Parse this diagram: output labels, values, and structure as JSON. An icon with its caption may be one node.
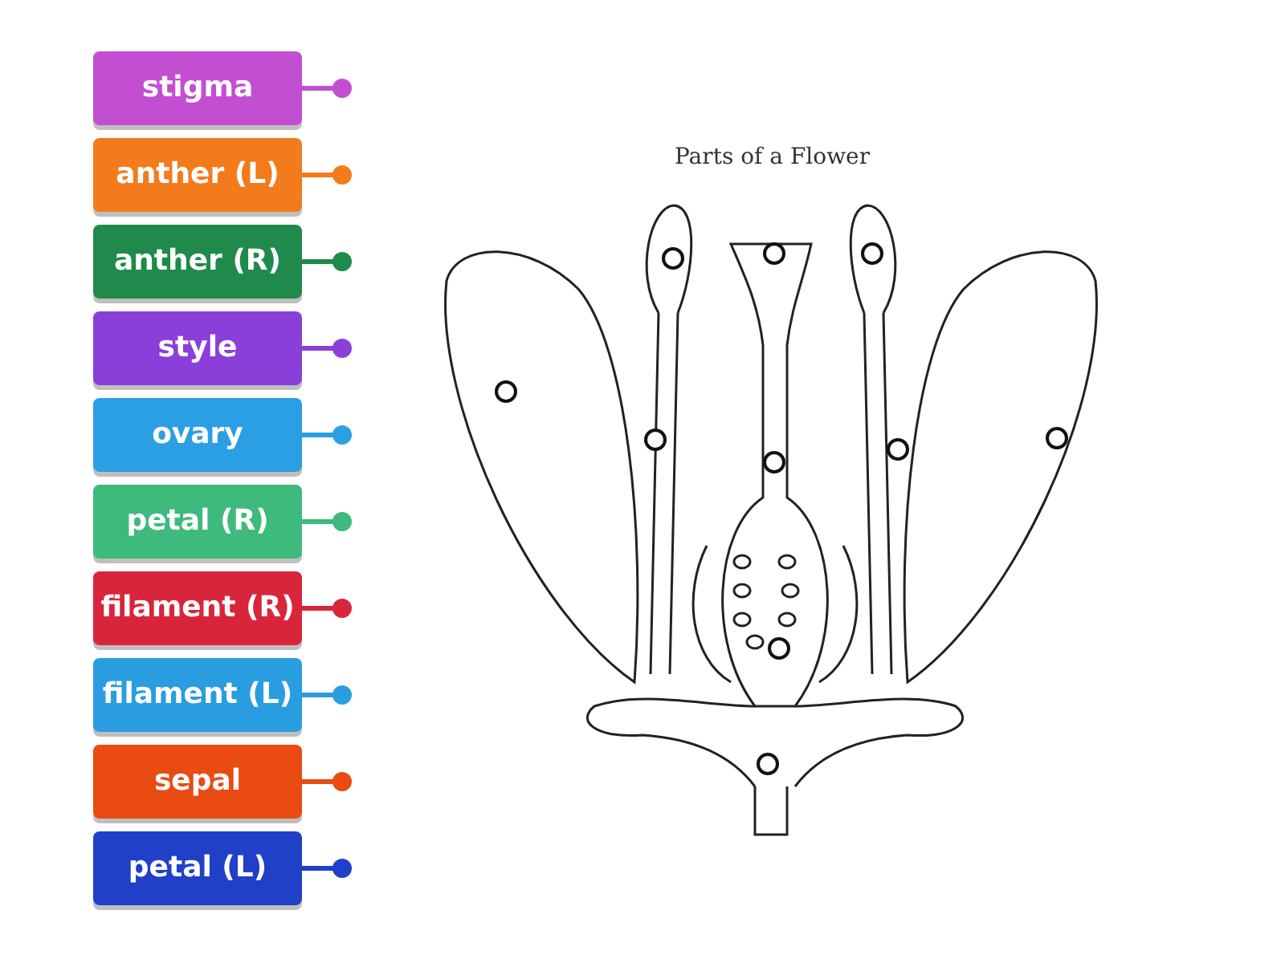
{
  "diagram": {
    "title": "Parts of a Flower",
    "nodes": [
      {
        "text": [
          "stigma"
        ]
      },
      {
        "text": [
          "anther (L)"
        ]
      },
      {
        "text": [
          "anther (R)"
        ]
      },
      {
        "text": [
          "style"
        ]
      },
      {
        "text": [
          "ovary"
        ]
      },
      {
        "text": [
          "petal (R)"
        ]
      },
      {
        "text": [
          "filament (R)"
        ]
      },
      {
        "text": [
          "filament (L)"
        ]
      },
      {
        "text": [
          "sepal"
        ]
      },
      {
        "text": [
          "petal (L)"
        ]
      },
      {
        "text": [],
        "shape": "circle"
      },
      {
        "text": [],
        "shape": "circle"
      },
      {
        "text": [],
        "shape": "circle"
      },
      {
        "text": [],
        "shape": "circle"
      },
      {
        "text": [],
        "shape": "circle"
      },
      {
        "text": [],
        "shape": "circle"
      },
      {
        "text": [],
        "shape": "circle"
      },
      {
        "text": [],
        "shape": "circle"
      },
      {
        "text": [],
        "shape": "circle"
      },
      {
        "text": [],
        "shape": "circle"
      }
    ]
  }
}
